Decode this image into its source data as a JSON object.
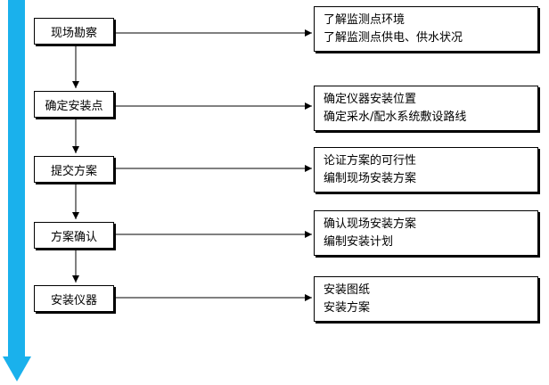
{
  "colors": {
    "timeline": "#1ab1ec",
    "border": "#000000",
    "background": "#ffffff"
  },
  "steps": [
    {
      "label": "现场勘察",
      "details": [
        "了解监测点环境",
        "了解监测点供电、供水状况"
      ]
    },
    {
      "label": "确定安装点",
      "details": [
        "确定仪器安装位置",
        "确定采水/配水系统敷设路线"
      ]
    },
    {
      "label": "提交方案",
      "details": [
        "论证方案的可行性",
        "编制现场安装方案"
      ]
    },
    {
      "label": "方案确认",
      "details": [
        "确认现场安装方案",
        "编制安装计划"
      ]
    },
    {
      "label": "安装仪器",
      "details": [
        "安装图纸",
        "安装方案"
      ]
    }
  ]
}
